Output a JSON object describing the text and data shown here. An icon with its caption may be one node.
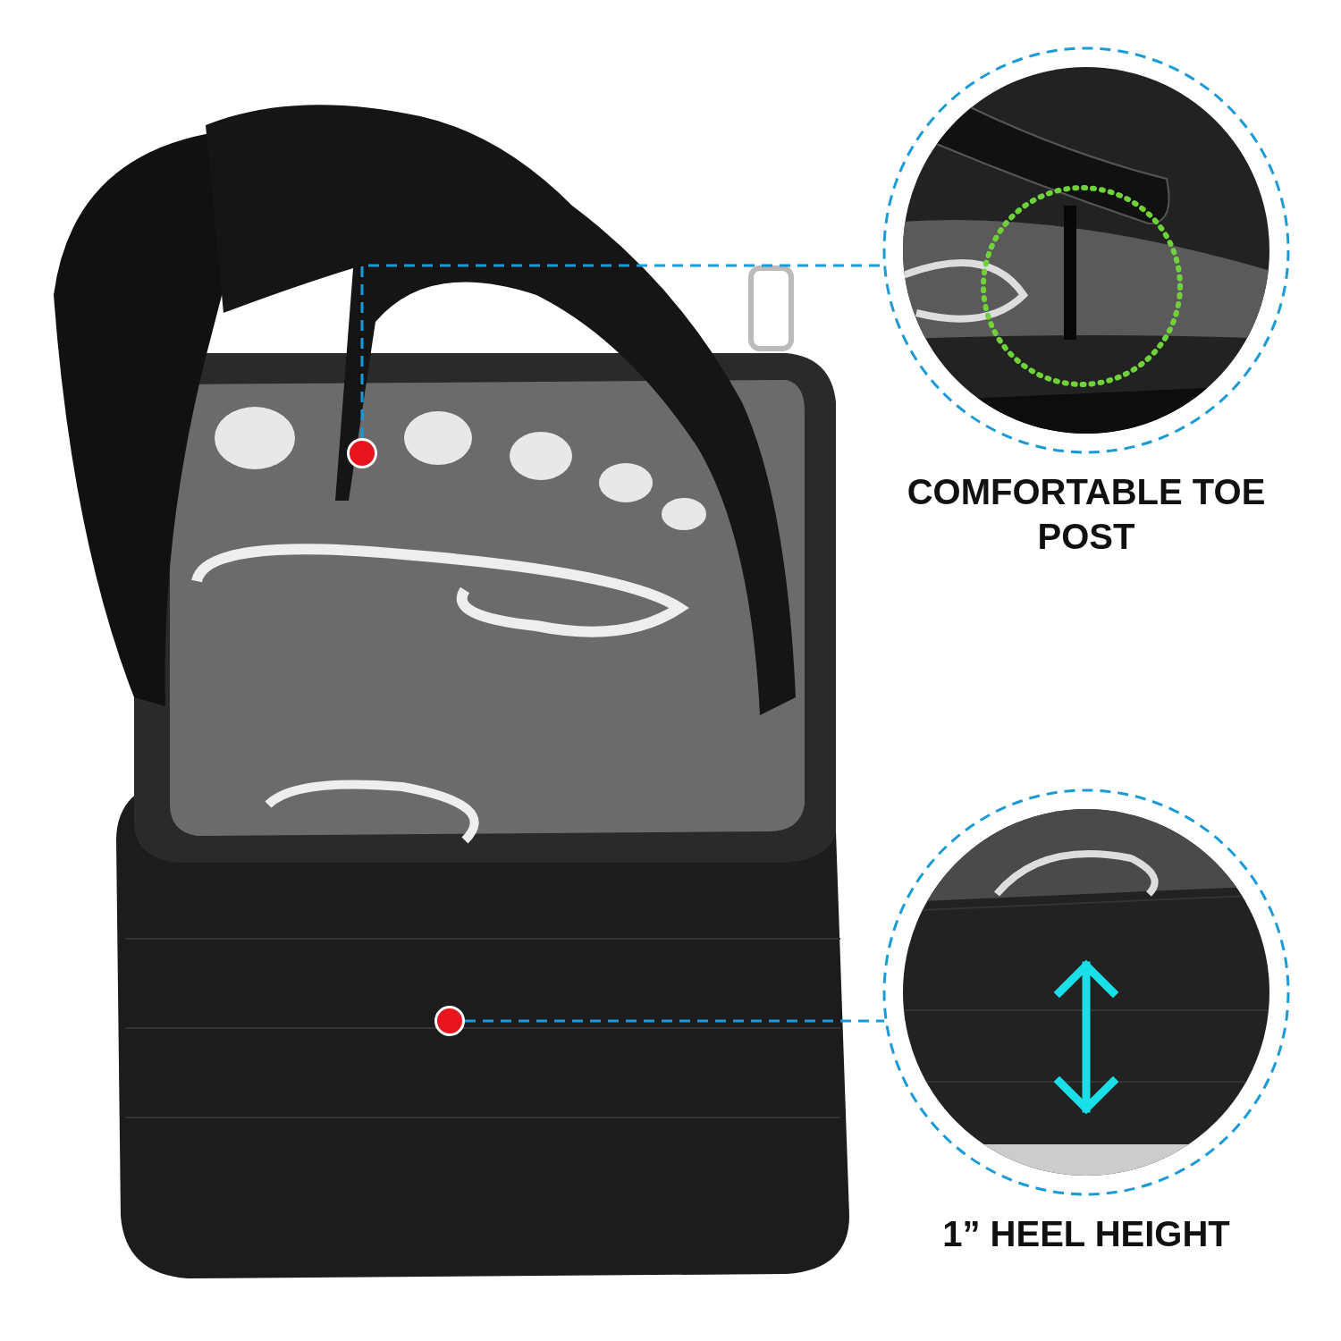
{
  "diagram": {
    "nodes": [
      {
        "text": [],
        "shape": "circle"
      },
      {
        "text": [
          "COMFORTABLE TOE POST"
        ]
      },
      {
        "text": [],
        "shape": "circle"
      },
      {
        "text": [
          "1” HEEL HEIGHT"
        ]
      }
    ],
    "edges": [
      {
        "from": 0,
        "to": 1,
        "arrow": "none",
        "style": "dashed"
      },
      {
        "from": 2,
        "to": 3,
        "arrow": "none",
        "style": "dashed"
      }
    ]
  }
}
